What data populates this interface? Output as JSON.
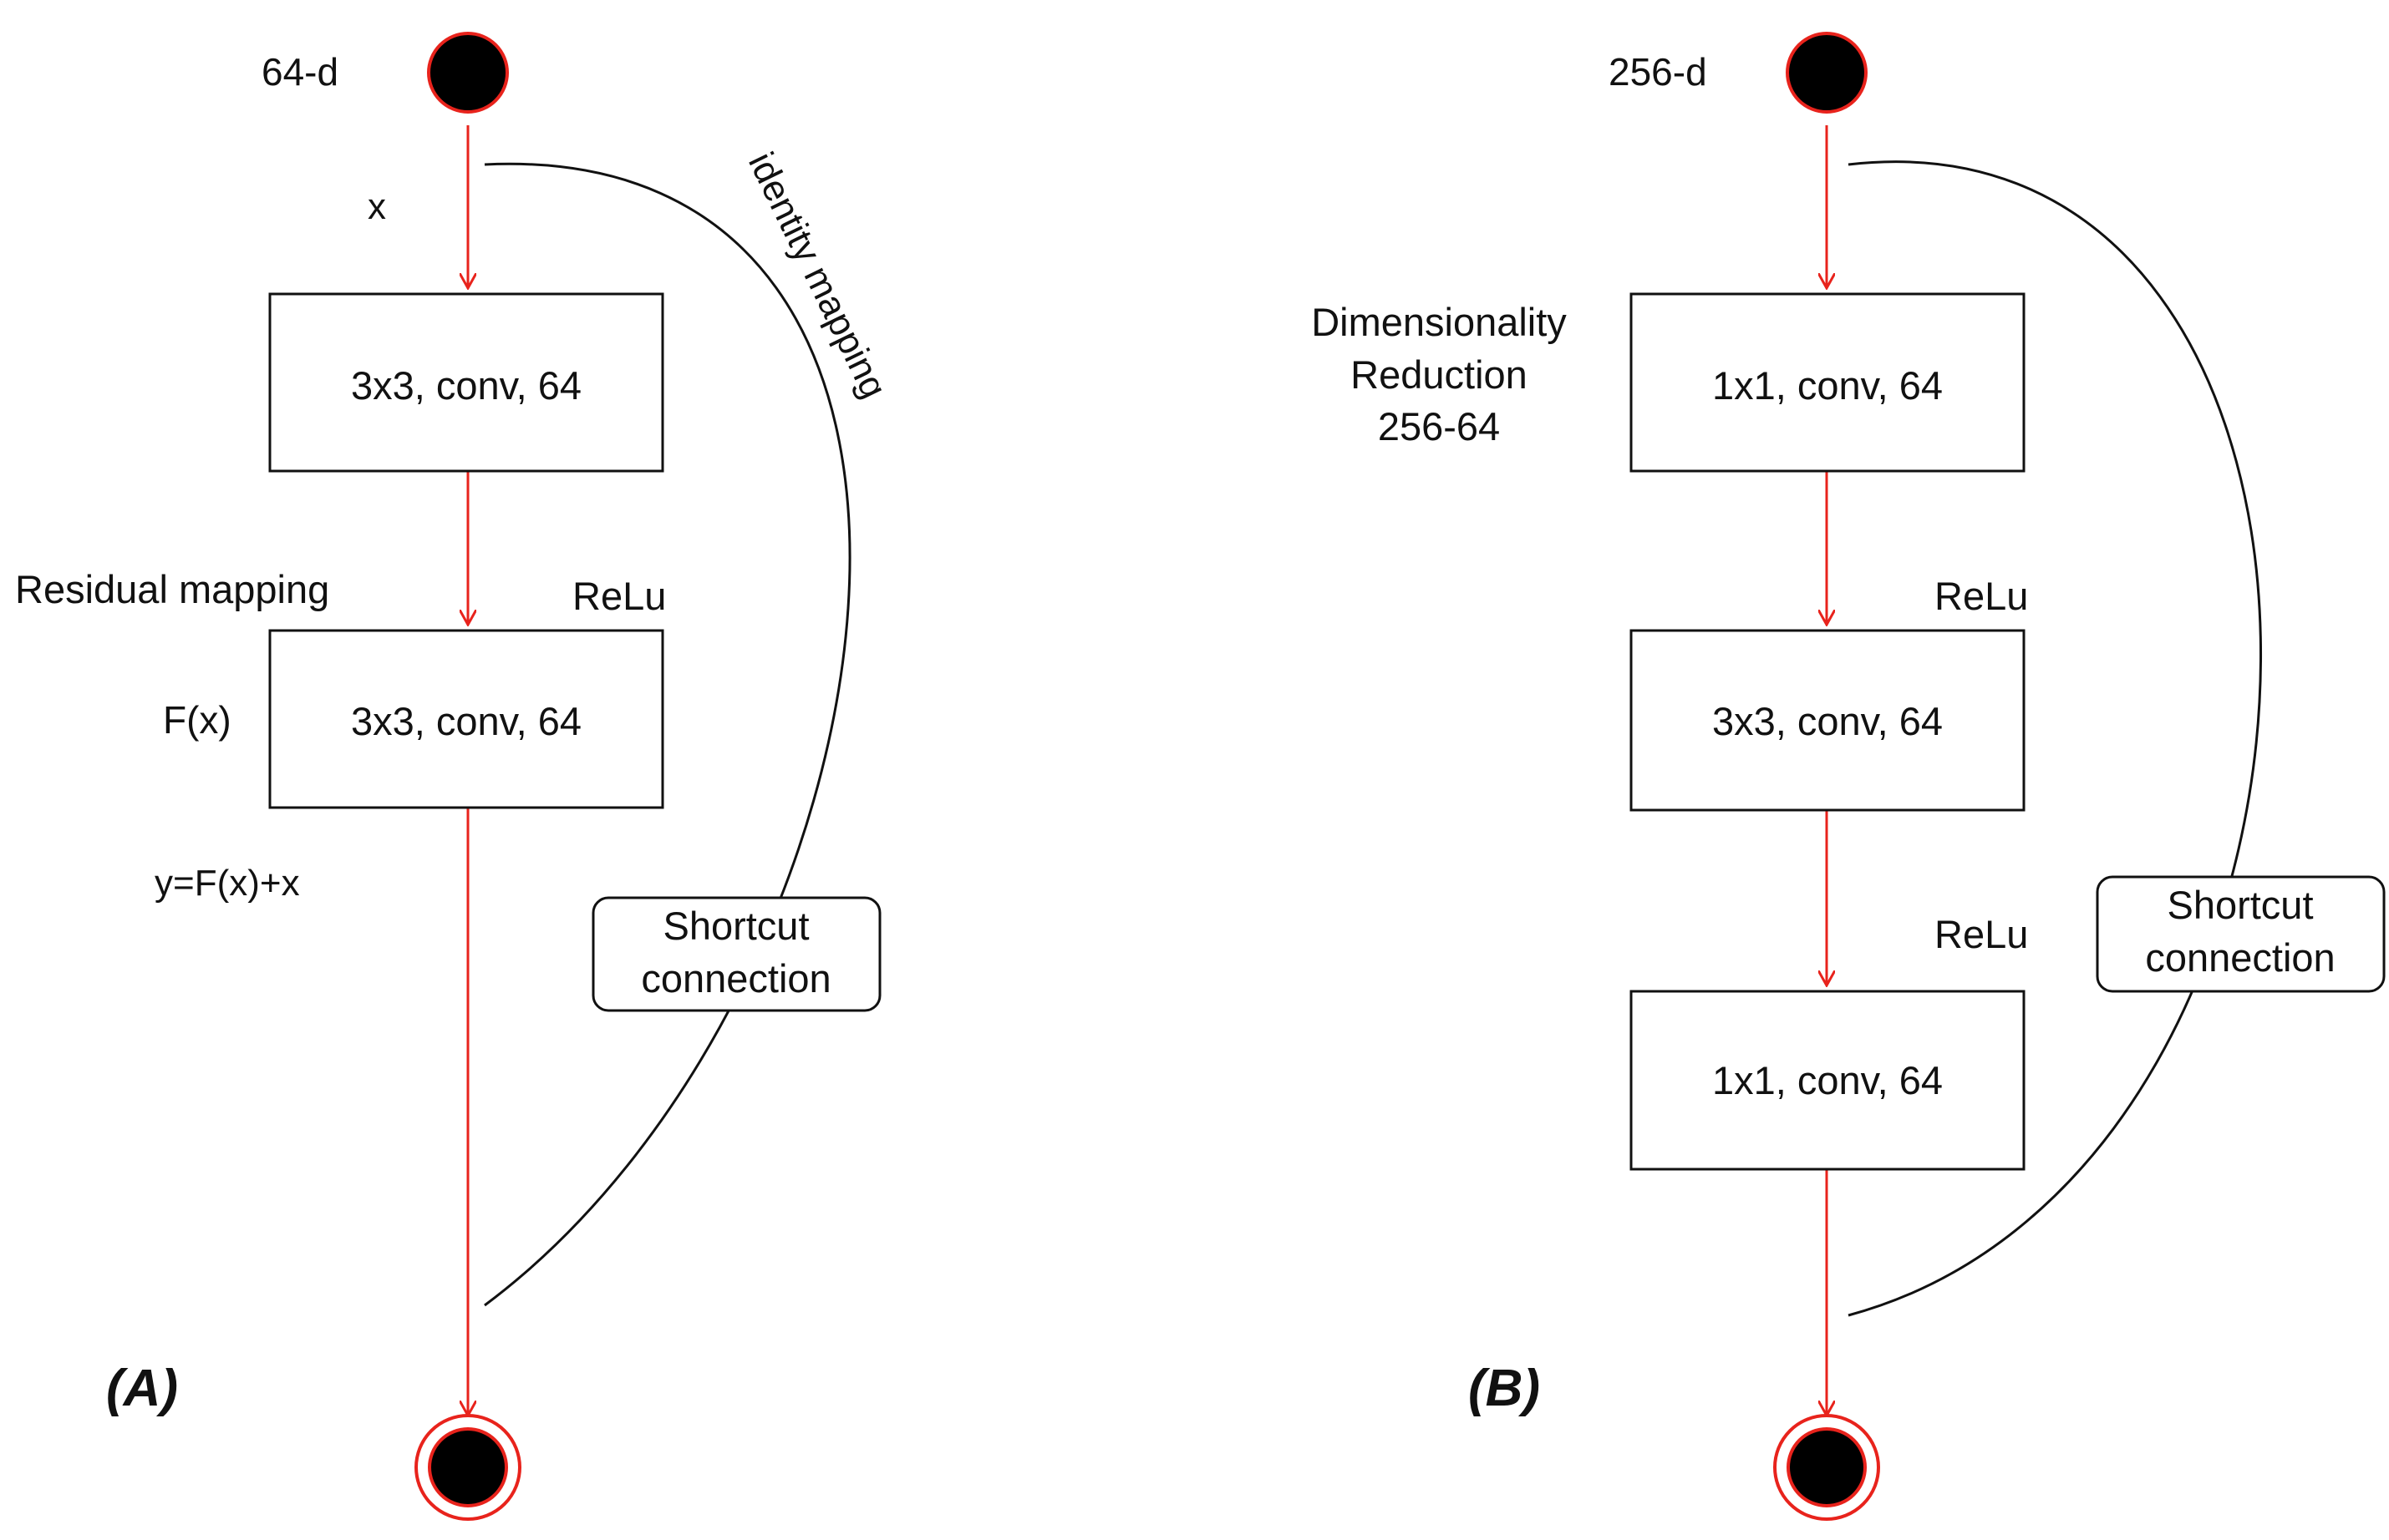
{
  "colors": {
    "arrow": "#e8231c",
    "line": "#111111",
    "node_fill": "#000000",
    "node_ring": "#e8231c"
  },
  "panel_a": {
    "tag": "(A)",
    "input_dim": "64-d",
    "x_label": "x",
    "identity_label": "identity mapping",
    "conv1": "3x3, conv, 64",
    "residual_label": "Residual mapping",
    "relu": "ReLu",
    "fx_label": "F(x)",
    "conv2": "3x3, conv, 64",
    "y_label": "y=F(x)+x",
    "shortcut": [
      "Shortcut",
      "connection"
    ]
  },
  "panel_b": {
    "tag": "(B)",
    "input_dim": "256-d",
    "dim_reduction": [
      "Dimensionality",
      "Reduction",
      "256-64"
    ],
    "conv1": "1x1, conv, 64",
    "relu1": "ReLu",
    "conv2": "3x3, conv, 64",
    "relu2": "ReLu",
    "conv3": "1x1, conv, 64",
    "shortcut": [
      "Shortcut",
      "connection"
    ]
  }
}
